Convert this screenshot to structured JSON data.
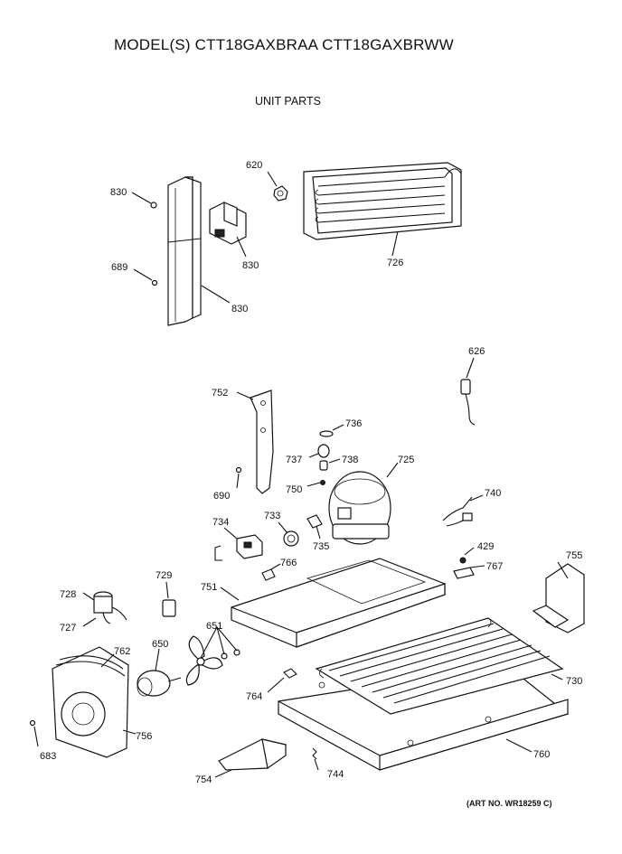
{
  "header": {
    "title": "MODEL(S) CTT18GAXBRAA  CTT18GAXBRWW",
    "subtitle": "UNIT PARTS"
  },
  "footer": {
    "art_no": "(ART NO. WR18259 C)"
  },
  "labels": {
    "p830a": "830",
    "p620": "620",
    "p830b": "830",
    "p726": "726",
    "p689": "689",
    "p830c": "830",
    "p626": "626",
    "p752": "752",
    "p736": "736",
    "p737": "737",
    "p738": "738",
    "p725": "725",
    "p690": "690",
    "p750": "750",
    "p740": "740",
    "p734": "734",
    "p733": "733",
    "p735": "735",
    "p429": "429",
    "p755": "755",
    "p766": "766",
    "p767": "767",
    "p729": "729",
    "p751": "751",
    "p728": "728",
    "p727": "727",
    "p651": "651",
    "p762": "762",
    "p650": "650",
    "p730": "730",
    "p764": "764",
    "p756": "756",
    "p683": "683",
    "p760": "760",
    "p754": "754",
    "p744": "744"
  }
}
